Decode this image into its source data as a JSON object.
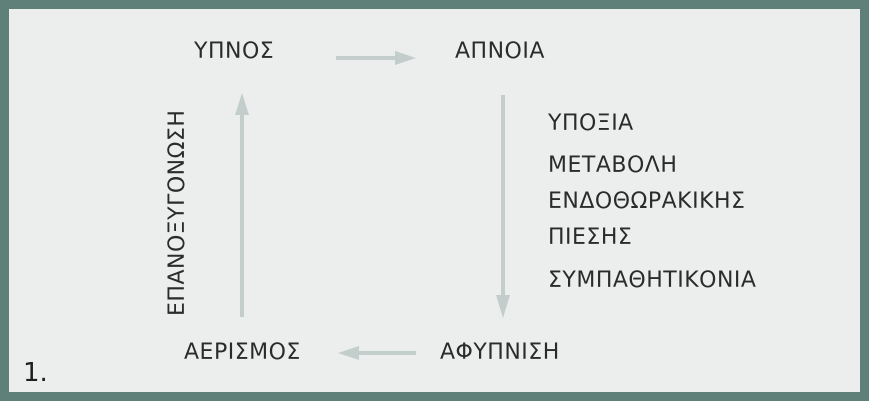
{
  "diagram": {
    "nodes": {
      "sleep": "ΥΠΝΟΣ",
      "apnea": "ΑΠΝΟΙΑ",
      "arousal": "ΑΦΥΠΝΙΣΗ",
      "ventilation": "ΑΕΡΙΣΜΟΣ"
    },
    "effects": [
      "ΥΠΟΞΙΑ",
      "ΜΕΤΑΒΟΛΗ",
      "ΕΝΔΟΘΩΡΑΚΙΚΗΣ",
      "ΠΙΕΣΗΣ",
      "ΣΥΜΠΑΘΗΤΙΚΟΝΙΑ"
    ],
    "reoxygenation_label": "ΕΠΑΝΟΞΥΓΟΝΩΣΗ",
    "figure_number": "1.",
    "arrow_color": "#c3cdcb"
  }
}
